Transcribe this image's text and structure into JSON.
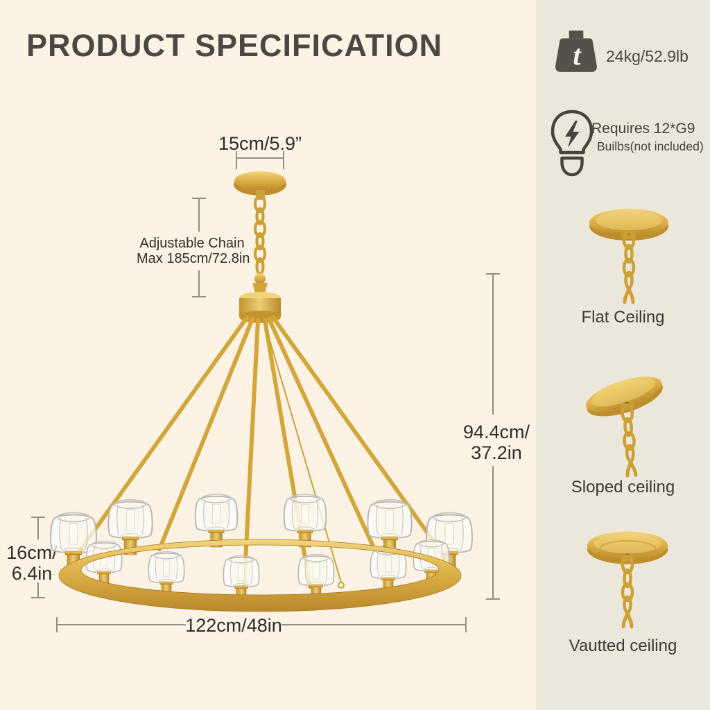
{
  "title": "PRODUCT SPECIFICATION",
  "specs": {
    "weight": "24kg/52.9lb",
    "bulb_line1": "Requires 12*G9",
    "bulb_line2": "Builbs(not included)"
  },
  "mounts": [
    {
      "label": "Flat Ceiling"
    },
    {
      "label": "Sloped ceiling"
    },
    {
      "label": "Vautted ceiling"
    }
  ],
  "dimensions": {
    "canopy_width": "15cm/5.9”",
    "chain_line1": "Adjustable Chain",
    "chain_line2": "Max 185cm/72.8in",
    "height_line1": "94.4cm/",
    "height_line2": "37.2in",
    "shade_line1": "16cm/",
    "shade_line2": "6.4in",
    "diameter": "122cm/48in"
  },
  "colors": {
    "background": "#fcf3e5",
    "sidebar": "#ece7db",
    "gold": "#d8ab3f",
    "gold_light": "#f2d57e",
    "gold_dark": "#b9892a",
    "text": "#2e2d2b",
    "icon": "#54514b",
    "dim_line": "#8f8e87"
  }
}
